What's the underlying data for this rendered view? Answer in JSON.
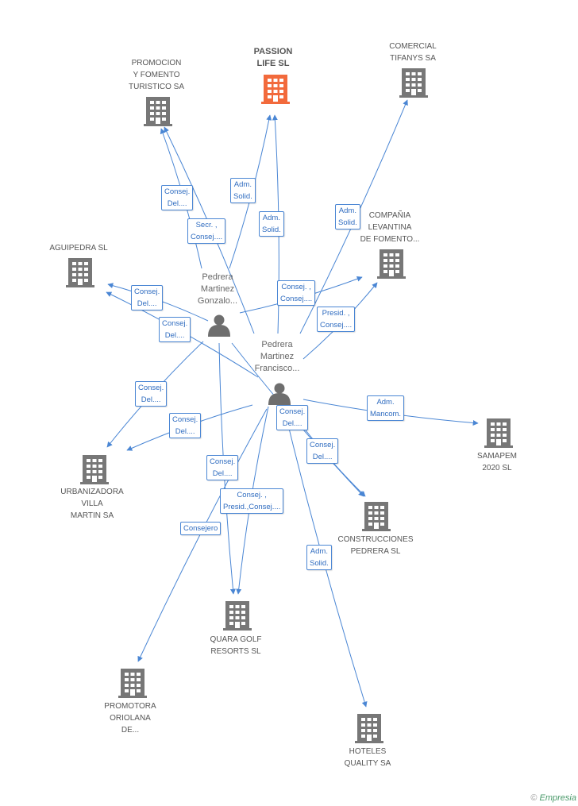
{
  "colors": {
    "edge": "#4a86d4",
    "building": "#777777",
    "focus_building": "#f26a3c",
    "person": "#6e6e6e"
  },
  "companies": [
    {
      "id": "passion",
      "label": "PASSION\nLIFE SL",
      "focus": true
    },
    {
      "id": "promocion",
      "label": "PROMOCION\nY FOMENTO\nTURISTICO SA"
    },
    {
      "id": "comercial",
      "label": "COMERCIAL\nTIFANYS SA"
    },
    {
      "id": "aguipedra",
      "label": "AGUIPEDRA SL"
    },
    {
      "id": "compania",
      "label": "COMPAÑIA\nLEVANTINA\nDE FOMENTO..."
    },
    {
      "id": "samapem",
      "label": "SAMAPEM\n2020 SL"
    },
    {
      "id": "urbanizadora",
      "label": "URBANIZADORA\nVILLA\nMARTIN SA"
    },
    {
      "id": "construcciones",
      "label": "CONSTRUCCIONES\nPEDRERA SL"
    },
    {
      "id": "quara",
      "label": "QUARA GOLF\nRESORTS SL"
    },
    {
      "id": "promotora",
      "label": "PROMOTORA\nORIOLANA\nDE..."
    },
    {
      "id": "hoteles",
      "label": "HOTELES\nQUALITY SA"
    }
  ],
  "persons": [
    {
      "id": "gonzalo",
      "label": "Pedrera\nMartinez\nGonzalo..."
    },
    {
      "id": "francisco",
      "label": "Pedrera\nMartinez\nFrancisco..."
    }
  ],
  "edge_labels": [
    "Consej.\nDel....",
    "Secr. ,\nConsej....",
    "Adm.\nSolid.",
    "Adm.\nSolid.",
    "Adm.\nSolid.",
    "Consej.\nDel....",
    "Consej.\nDel....",
    "Consej. ,\nConsej....",
    "Presid. ,\nConsej....",
    "Consej.\nDel....",
    "Consej.\nDel....",
    "Consej.\nDel....",
    "Adm.\nMancom.",
    "Consej.\nDel....",
    "Consej.\nDel....",
    "Consej. ,\nPresid.,Consej....",
    "Consejero",
    "Adm.\nSolid."
  ],
  "footer": {
    "copyright": "©",
    "brand": "Empresia"
  }
}
